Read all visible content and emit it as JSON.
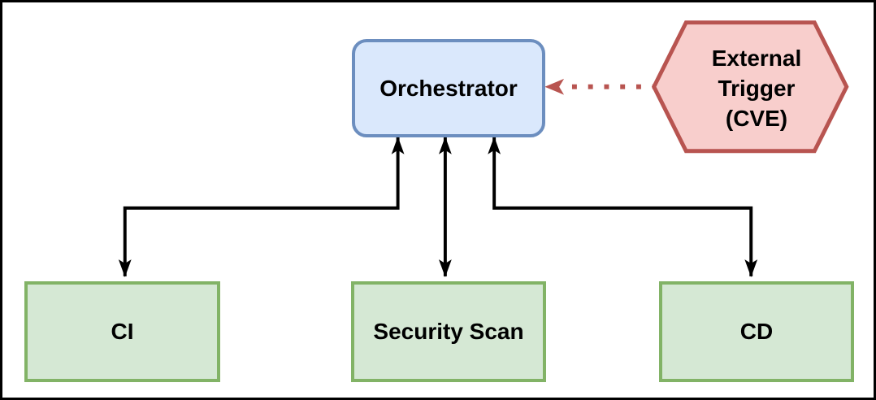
{
  "diagram": {
    "type": "flowchart",
    "background": "#ffffff",
    "frame_color": "#000000",
    "nodes": {
      "orchestrator": {
        "label": "Orchestrator",
        "shape": "rounded-rectangle",
        "fill": "#dae8fc",
        "stroke": "#6c8ebf"
      },
      "external_trigger": {
        "label": "External Trigger (CVE)",
        "lines": [
          "External",
          "Trigger",
          "(CVE)"
        ],
        "shape": "hexagon",
        "fill": "#f8cecc",
        "stroke": "#b85450"
      },
      "ci": {
        "label": "CI",
        "shape": "rectangle",
        "fill": "#d5e8d4",
        "stroke": "#82b366"
      },
      "security_scan": {
        "label": "Security Scan",
        "shape": "rectangle",
        "fill": "#d5e8d4",
        "stroke": "#82b366"
      },
      "cd": {
        "label": "CD",
        "shape": "rectangle",
        "fill": "#d5e8d4",
        "stroke": "#82b366"
      }
    },
    "edges": [
      {
        "from": "orchestrator",
        "to": "ci",
        "style": "solid",
        "direction": "bidirectional",
        "color": "#000000"
      },
      {
        "from": "orchestrator",
        "to": "security_scan",
        "style": "solid",
        "direction": "bidirectional",
        "color": "#000000"
      },
      {
        "from": "orchestrator",
        "to": "cd",
        "style": "solid",
        "direction": "bidirectional",
        "color": "#000000"
      },
      {
        "from": "external_trigger",
        "to": "orchestrator",
        "style": "dotted",
        "direction": "one-way",
        "color": "#b85450"
      }
    ]
  }
}
